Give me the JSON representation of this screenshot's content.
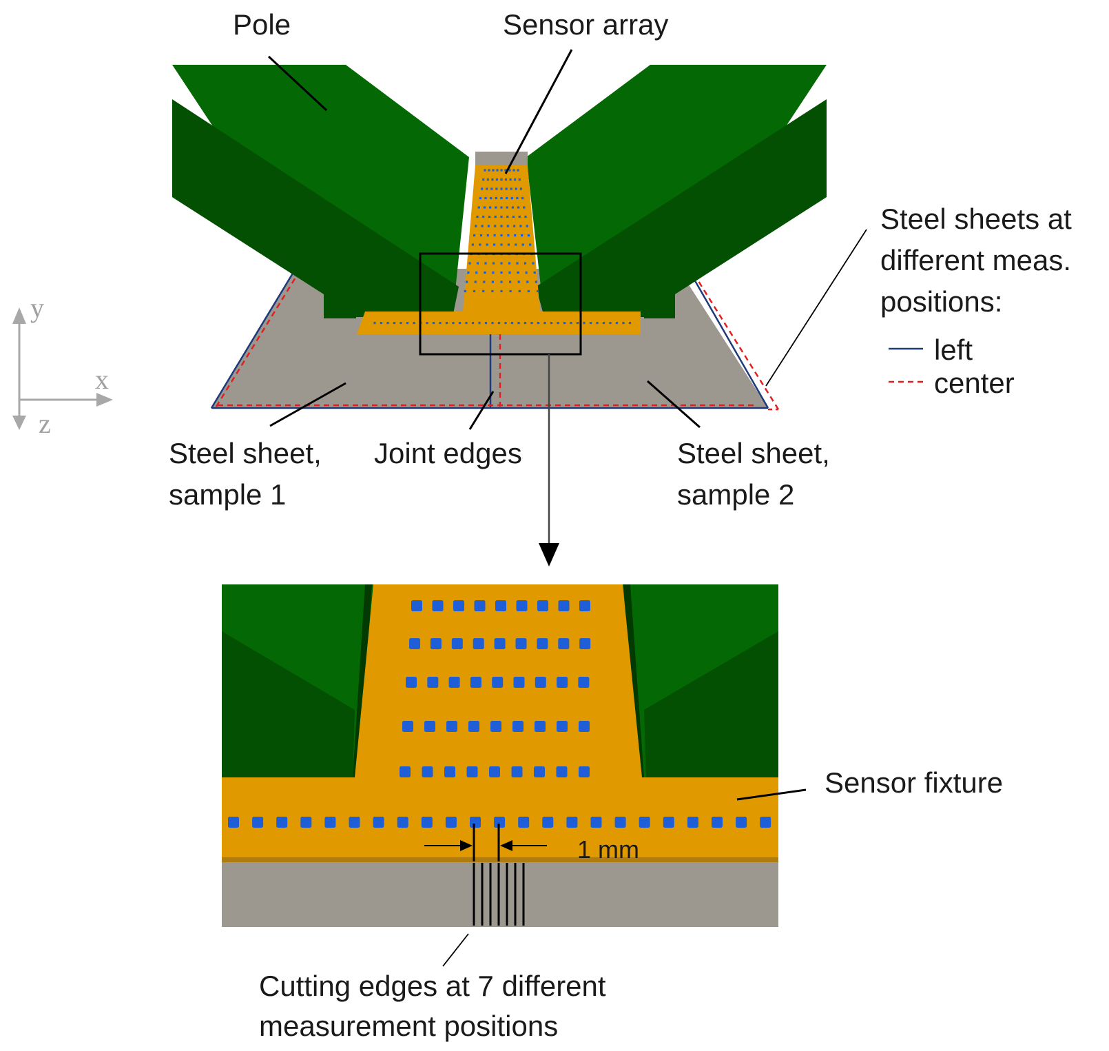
{
  "labels": {
    "pole": "Pole",
    "sensor_array": "Sensor array",
    "steel_positions_l1": "Steel sheets at",
    "steel_positions_l2": "different meas.",
    "steel_positions_l3": "positions:",
    "legend_left": "left",
    "legend_center": "center",
    "steel_sample1_l1": "Steel sheet,",
    "steel_sample1_l2": "sample 1",
    "joint_edges": "Joint edges",
    "steel_sample2_l1": "Steel sheet,",
    "steel_sample2_l2": "sample 2",
    "sensor_fixture": "Sensor fixture",
    "spacing": "1 mm",
    "cutting_l1": "Cutting edges at 7 different",
    "cutting_l2": "measurement positions"
  },
  "axes": {
    "x": "x",
    "y": "y",
    "z": "z"
  },
  "colors": {
    "pole_light": "#046804",
    "pole_dark": "#035003",
    "fixture": "#e09a00",
    "sensor": "#1e5fd8",
    "steel": "#9c9890",
    "legend_left": "#1f3a7a",
    "legend_center": "#e02020"
  },
  "cutting_edge_count": 7
}
